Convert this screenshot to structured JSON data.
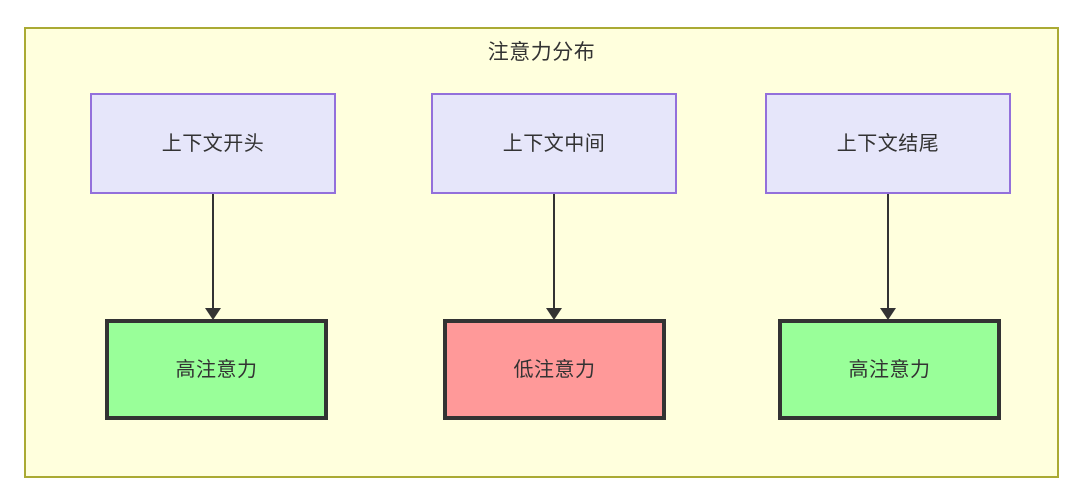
{
  "diagram": {
    "type": "flowchart",
    "direction": "top-to-bottom",
    "title": "注意力分布",
    "container": {
      "label": "注意力分布",
      "fill_color": "#ffffdd",
      "border_color": "#aaaa33"
    },
    "context_nodes": [
      {
        "id": "context-start",
        "label": "上下文开头",
        "fill_color": "#e6e6fa",
        "border_color": "#9370db"
      },
      {
        "id": "context-middle",
        "label": "上下文中间",
        "fill_color": "#e6e6fa",
        "border_color": "#9370db"
      },
      {
        "id": "context-end",
        "label": "上下文结尾",
        "fill_color": "#e6e6fa",
        "border_color": "#9370db"
      }
    ],
    "attention_nodes": [
      {
        "id": "attention-start",
        "label": "高注意力",
        "fill_color": "#99ff99",
        "border_color": "#333333",
        "level": "high"
      },
      {
        "id": "attention-middle",
        "label": "低注意力",
        "fill_color": "#ff9999",
        "border_color": "#333333",
        "level": "low"
      },
      {
        "id": "attention-end",
        "label": "高注意力",
        "fill_color": "#99ff99",
        "border_color": "#333333",
        "level": "high"
      }
    ],
    "edges": [
      {
        "from": "context-start",
        "to": "attention-start",
        "arrow": "arrow-down-icon"
      },
      {
        "from": "context-middle",
        "to": "attention-middle",
        "arrow": "arrow-down-icon"
      },
      {
        "from": "context-end",
        "to": "attention-end",
        "arrow": "arrow-down-icon"
      }
    ]
  }
}
